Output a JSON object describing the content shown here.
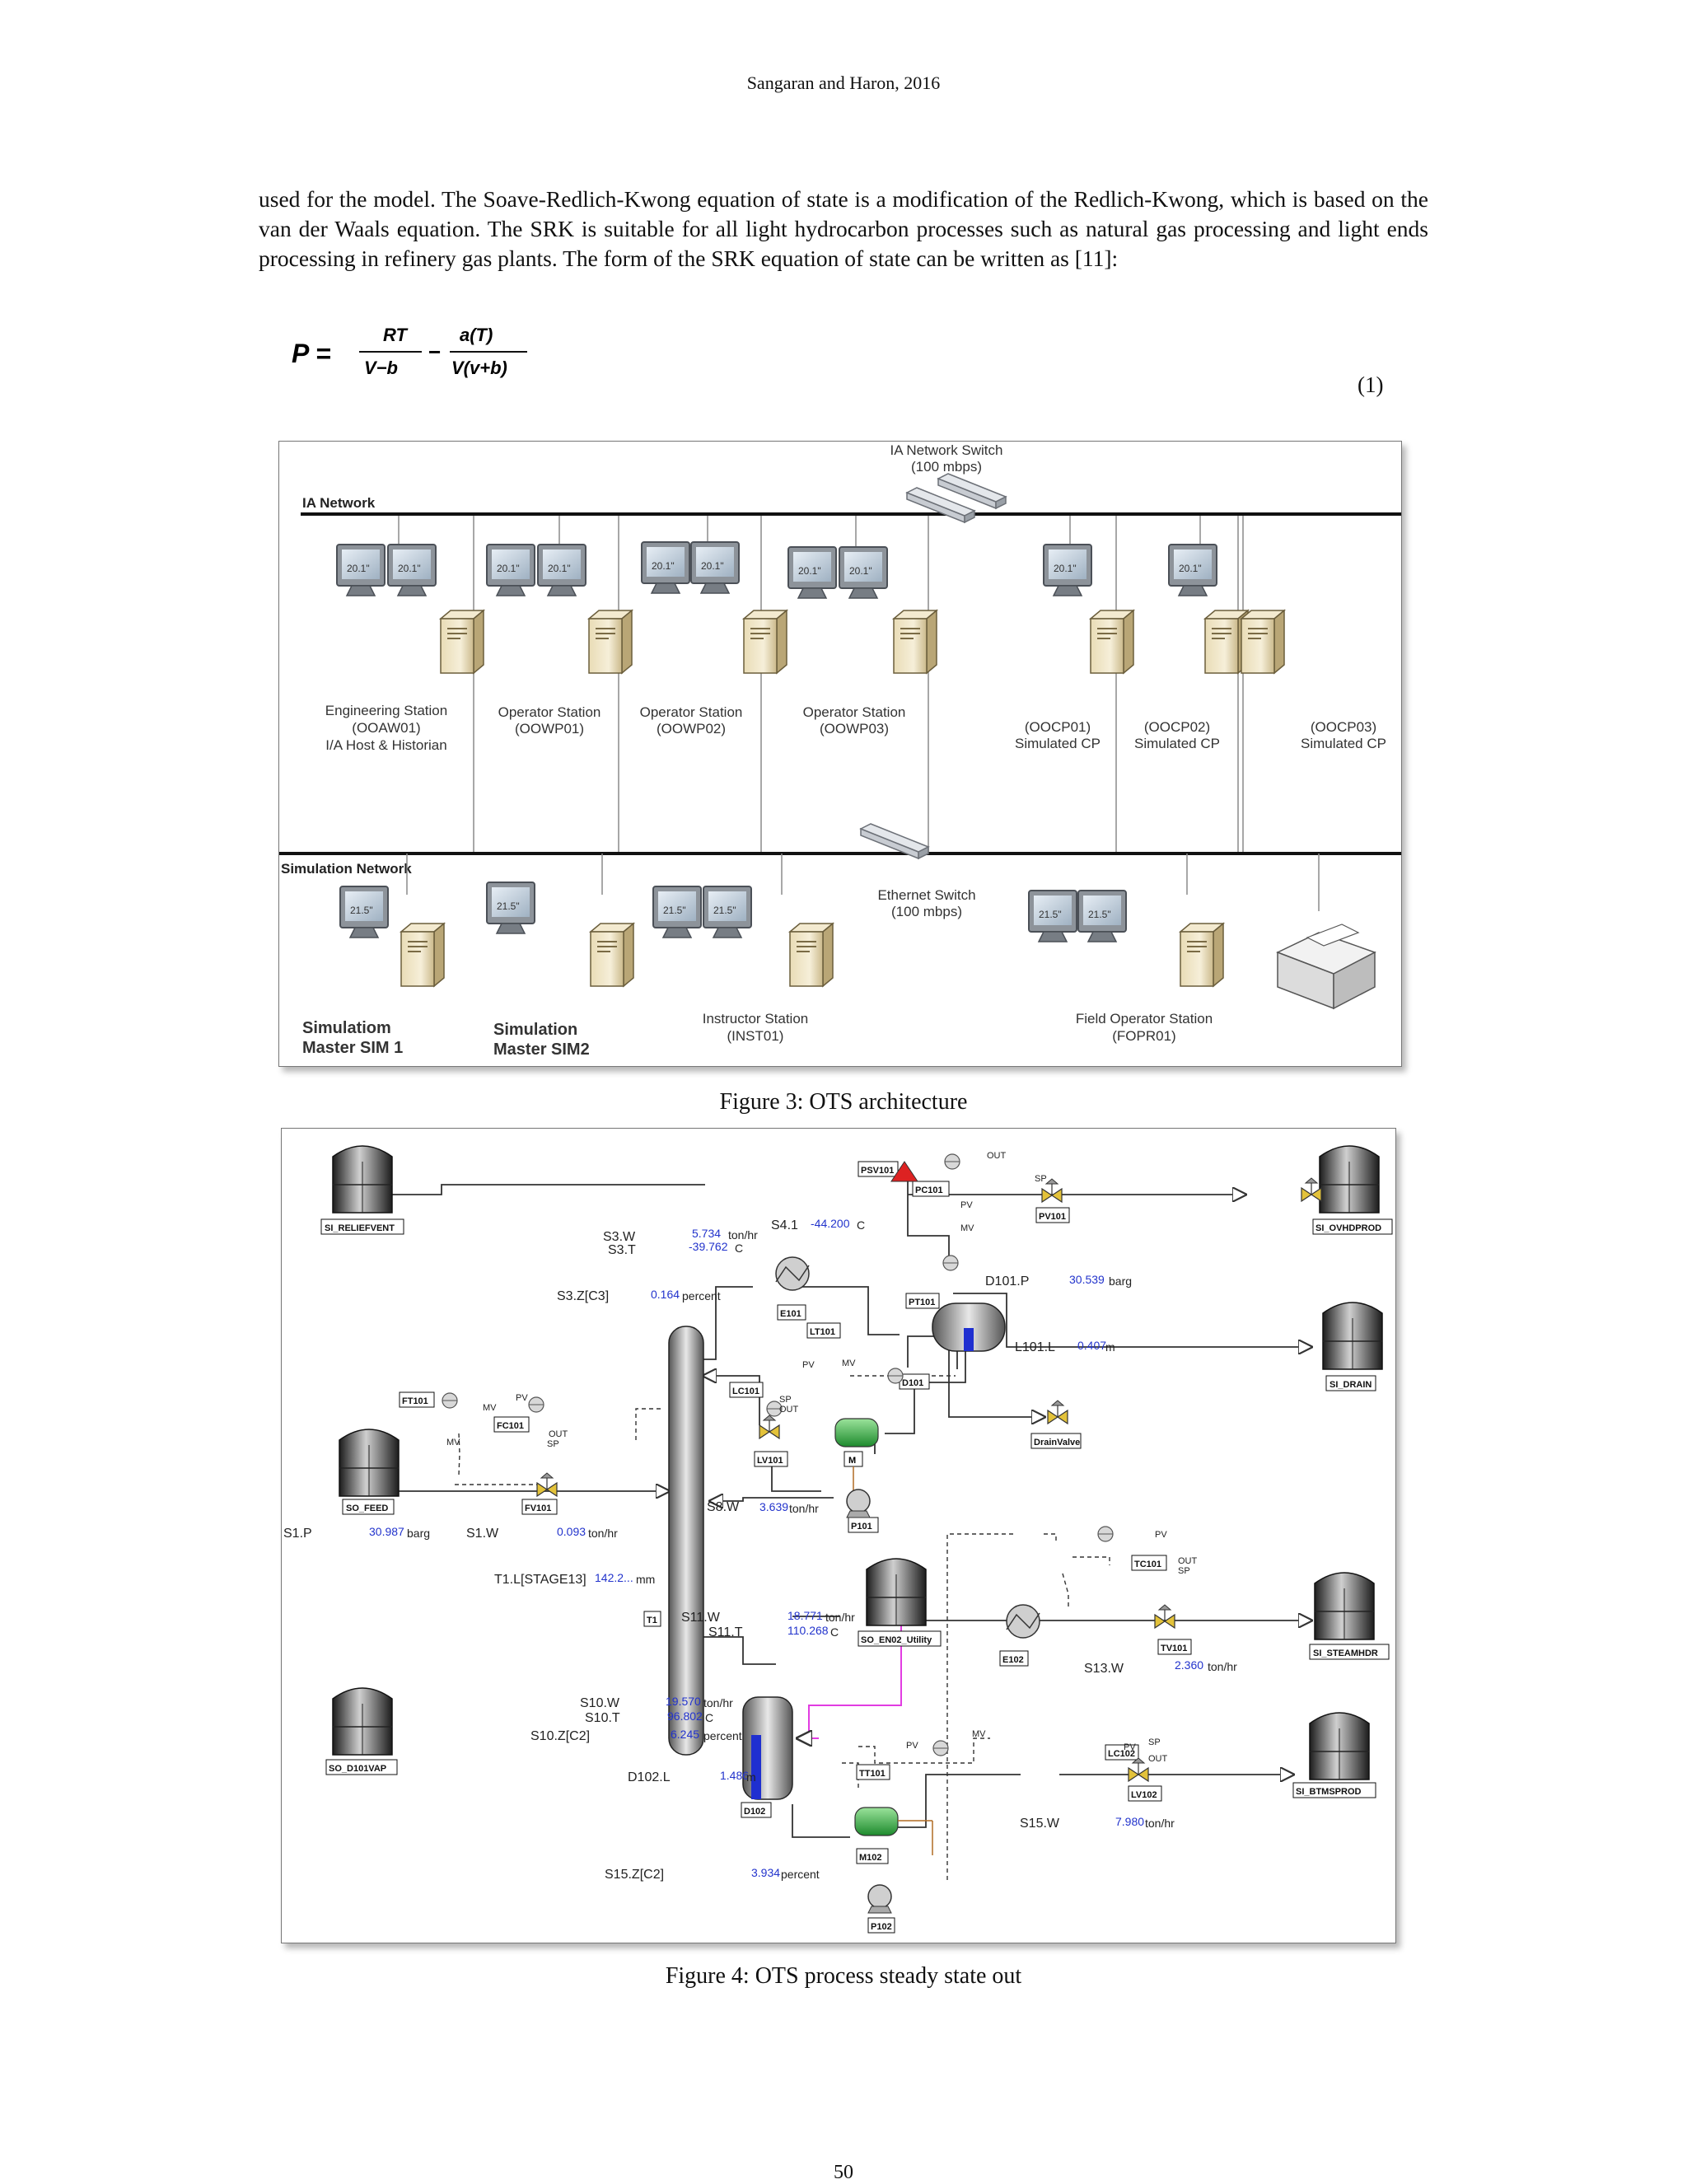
{
  "header": {
    "running_title": "Sangaran and Haron, 2016"
  },
  "body": {
    "paragraph": "used for the model. The Soave-Redlich-Kwong equation of state is a modification of the Redlich-Kwong, which is based on the van der Waals equation. The SRK is suitable for all light hydrocarbon processes such as natural gas processing and light ends processing in refinery gas plants. The form of the SRK equation of state can be written as [11]:"
  },
  "equation": {
    "lhs": "P =",
    "num1": "RT",
    "den1": "V−b",
    "minus": "−",
    "num2": "a(T)",
    "den2": "V(v+b)",
    "number": "(1)"
  },
  "figure3": {
    "caption": "Figure 3: OTS architecture",
    "ia_network": "IA Network",
    "sim_network": "Simulation Network",
    "ia_switch": [
      "IA Network Switch",
      "(100 mbps)"
    ],
    "eth_switch": [
      "Ethernet Switch",
      "(100 mbps)"
    ],
    "monitor_ia": "20.1\"",
    "monitor_sim": "21.5\"",
    "ia_stations": [
      [
        "Engineering Station",
        "(OOAW01)",
        "I/A Host & Historian"
      ],
      [
        "Operator Station",
        "(OOWP01)"
      ],
      [
        "Operator Station",
        "(OOWP02)"
      ],
      [
        "Operator Station",
        "(OOWP03)"
      ],
      [
        "(OOCP01)",
        "Simulated CP"
      ],
      [
        "(OOCP02)",
        "Simulated CP"
      ],
      [
        "(OOCP03)",
        "Simulated CP"
      ]
    ],
    "sim_stations": [
      [
        "Simulatiom",
        "Master SIM 1"
      ],
      [
        "Simulation",
        "Master SIM2"
      ],
      [
        "Instructor Station",
        "(INST01)"
      ],
      [
        "Field Operator Station",
        "(FOPR01)"
      ]
    ]
  },
  "figure4": {
    "caption": "Figure 4: OTS process steady state out",
    "tanks": {
      "relief": "SI_RELIEFVENT",
      "ovhd": "SI_OVHDPROD",
      "drain": "SI_DRAIN",
      "feed": "SO_FEED",
      "utility": "SO_EN02_Utility",
      "steam": "SI_STEAMHDR",
      "d101vap": "SO_D101VAP",
      "btms": "SI_BTMSPROD"
    },
    "tags": {
      "psv101": "PSV101",
      "pc101": "PC101",
      "pv101": "PV101",
      "e101": "E101",
      "pt101": "PT101",
      "lt101": "LT101",
      "d101": "D101",
      "lc101": "LC101",
      "lv101": "LV101",
      "drainvalve": "DrainValve",
      "ft101": "FT101",
      "fc101": "FC101",
      "fv101": "FV101",
      "p101": "P101",
      "t1": "T1",
      "tc101": "TC101",
      "tv101": "TV101",
      "e102": "E102",
      "d102": "D102",
      "tt101": "TT101",
      "lc102": "LC102",
      "lv102": "LV102",
      "m102": "M102",
      "p102": "P102",
      "m101": "M"
    },
    "signals": {
      "out": "OUT",
      "pv": "PV",
      "sp": "SP",
      "mv": "MV"
    },
    "labels": {
      "s3w": "S3.W",
      "s3t": "S3.T",
      "s3z": "S3.Z[C3]",
      "s41": "S4.1",
      "d101p": "D101.P",
      "d101l": "L101.L",
      "s8w": "S8.W",
      "s1p": "S1.P",
      "s1w": "S1.W",
      "tlvl": "T1.L[STAGE13]",
      "s11w": "S11.W",
      "s11t": "S11.T",
      "s13w": "S13.W",
      "s10w": "S10.W",
      "s10t": "S10.T",
      "s10z": "S10.Z[C2]",
      "d102l": "D102.L",
      "s15w": "S15.W",
      "s15z": "S15.Z[C2]"
    },
    "values": {
      "s3w": "5.734",
      "s3w_u": "ton/hr",
      "s3t": "-39.762",
      "s3t_u": "C",
      "s41": "-44.200",
      "s41_u": "C",
      "s3z": "0.164",
      "s3z_u": "percent",
      "d101p": "30.539",
      "d101p_u": "barg",
      "d101l": "0.407",
      "d101l_u": "m",
      "s8w": "3.639",
      "s8w_u": "ton/hr",
      "s1p": "30.987",
      "s1p_u": "barg",
      "s1w": "0.093",
      "s1w_u": "ton/hr",
      "tlvl": "142.2...",
      "tlvl_u": "mm",
      "s11w": "18.771",
      "s11w_u": "ton/hr",
      "s11t": "110.268",
      "s11t_u": "C",
      "s13w": "2.360",
      "s13w_u": "ton/hr",
      "s10w": "19.570",
      "s10w_u": "ton/hr",
      "s10t": "96.802",
      "s10t_u": "C",
      "s10z": "6.245",
      "s10z_u": "percent",
      "d102l": "1.486",
      "d102l_u": "m",
      "s15w": "7.980",
      "s15w_u": "ton/hr",
      "s15z": "3.934",
      "s15z_u": "percent"
    }
  },
  "page_number": "50"
}
